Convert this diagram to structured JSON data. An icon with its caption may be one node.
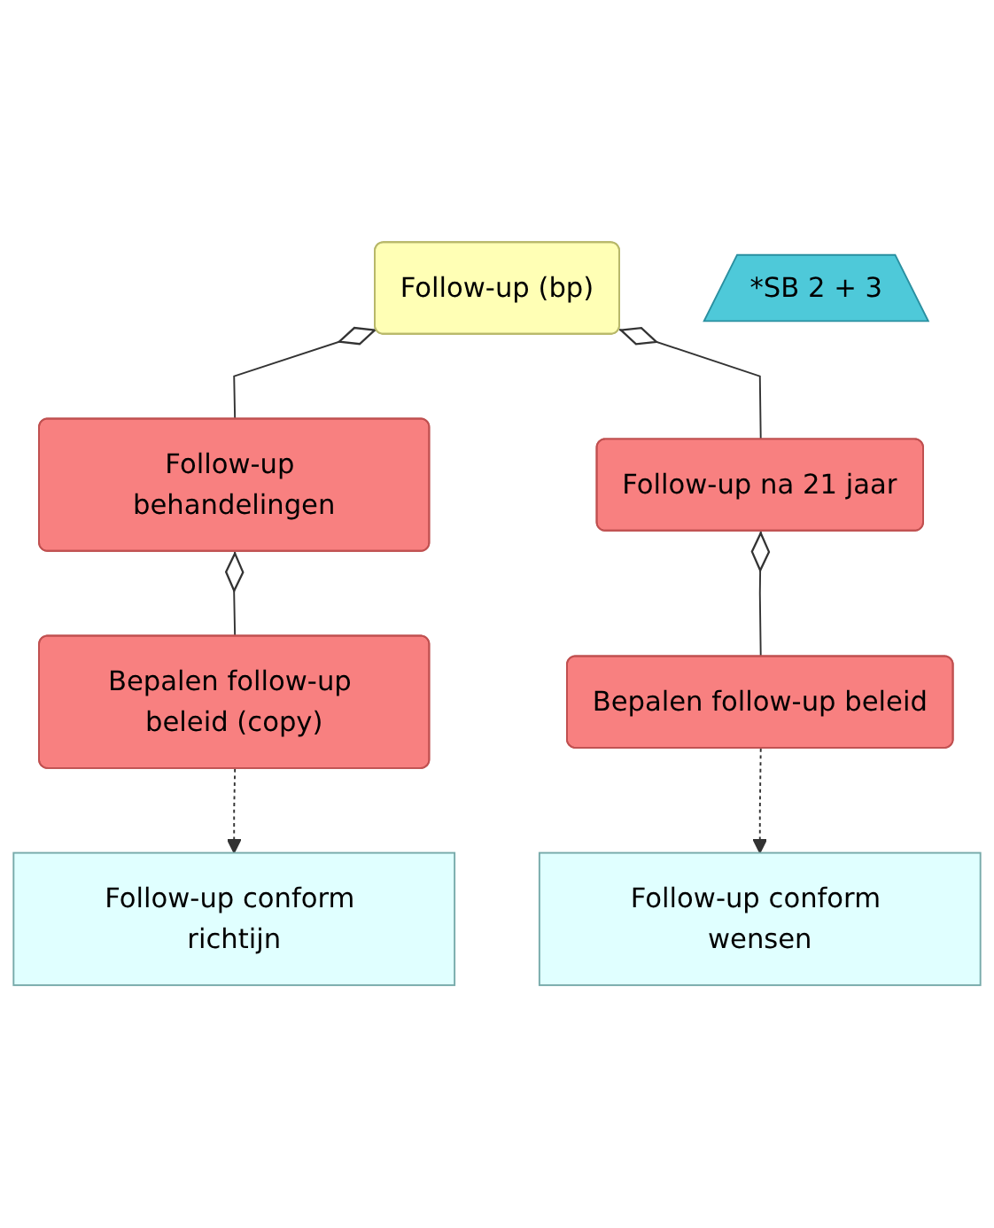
{
  "diagram": {
    "nodes": [
      {
        "text": [
          "Follow-up (bp)"
        ]
      },
      {
        "text": [
          "*SB 2 + 3"
        ]
      },
      {
        "text": [
          "Follow-up behandelingen"
        ]
      },
      {
        "text": [
          "Follow-up na 21 jaar"
        ]
      },
      {
        "text": [
          "Bepalen follow-up beleid (copy)"
        ]
      },
      {
        "text": [
          "Bepalen follow-up beleid"
        ]
      },
      {
        "text": [
          "Follow-up conform richtijn"
        ]
      },
      {
        "text": [
          "Follow-up conform wensen"
        ]
      }
    ],
    "edges": [
      {
        "from": 0,
        "to": 2,
        "arrow": "other"
      },
      {
        "from": 0,
        "to": 3,
        "arrow": "other"
      },
      {
        "from": 2,
        "to": 4,
        "arrow": "other"
      },
      {
        "from": 3,
        "to": 5,
        "arrow": "other"
      },
      {
        "from": 4,
        "to": 6,
        "arrow": "to",
        "style": "dashed"
      },
      {
        "from": 5,
        "to": 7,
        "arrow": "to",
        "style": "dashed"
      }
    ]
  }
}
